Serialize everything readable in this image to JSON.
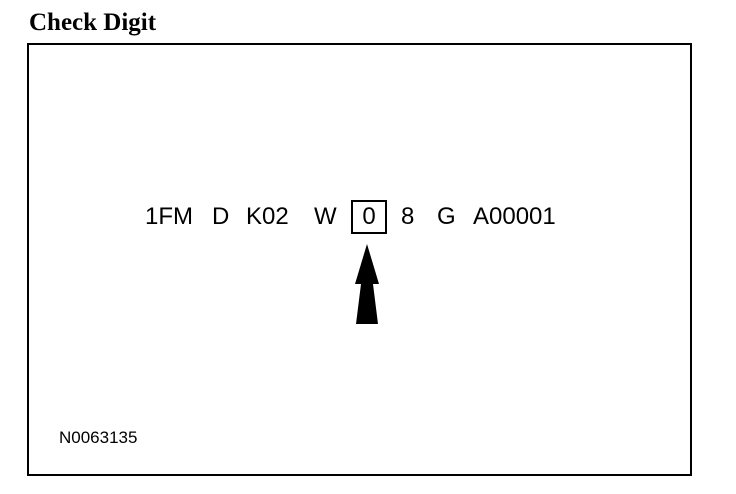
{
  "title": "Check Digit",
  "vin_segments": [
    "1FM",
    "D",
    "K02",
    "W",
    "0",
    "8",
    "G",
    "A00001"
  ],
  "highlighted_segment_index": 4,
  "figure_id": "N0063135"
}
